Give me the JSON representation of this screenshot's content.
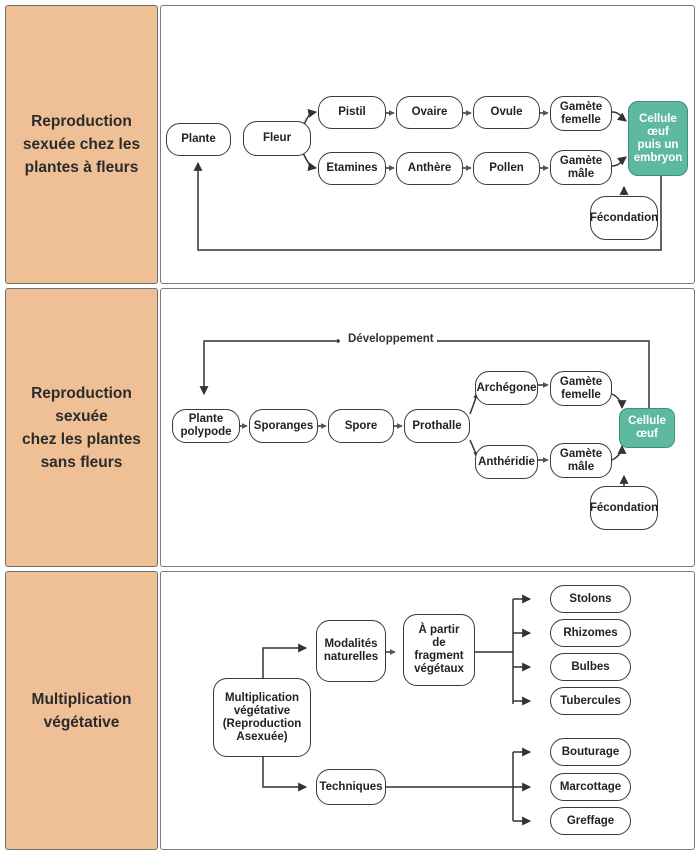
{
  "sections": [
    {
      "title": "Reproduction\nsexuée chez les\nplantes à fleurs"
    },
    {
      "title": "Reproduction\nsexuée\nchez les plantes\nsans fleurs"
    },
    {
      "title": "Multiplication\nvégétative"
    }
  ],
  "s1": {
    "plante": "Plante",
    "fleur": "Fleur",
    "pistil": "Pistil",
    "ovaire": "Ovaire",
    "ovule": "Ovule",
    "gamete_femelle": "Gamète\nfemelle",
    "etamines": "Etamines",
    "anthere": "Anthère",
    "pollen": "Pollen",
    "gamete_male": "Gamète\nmâle",
    "cellule": "Cellule\nœuf\npuis un\nembryon",
    "fecondation": "Fécondation"
  },
  "s2": {
    "developpement": "Développement",
    "plante_polypode": "Plante\npolypode",
    "sporanges": "Sporanges",
    "spore": "Spore",
    "prothalle": "Prothalle",
    "archegone": "Archégone",
    "gamete_femelle": "Gamète\nfemelle",
    "antheridie": "Anthéridie",
    "gamete_male": "Gamète\nmâle",
    "cellule": "Cellule\nœuf",
    "fecondation": "Fécondation"
  },
  "s3": {
    "multiplication": "Multiplication\nvégétative\n(Reproduction\nAsexuée)",
    "modalites": "Modalités\nnaturelles",
    "a_partir": "À partir\nde\nfragment\nvégétaux",
    "stolons": "Stolons",
    "rhizomes": "Rhizomes",
    "bulbes": "Bulbes",
    "tubercules": "Tubercules",
    "techniques": "Techniques",
    "bouturage": "Bouturage",
    "marcottage": "Marcottage",
    "greffage": "Greffage"
  },
  "colors": {
    "left_bg": "#efc096",
    "green": "#5fb9a1",
    "stroke": "#3a3a3a"
  }
}
